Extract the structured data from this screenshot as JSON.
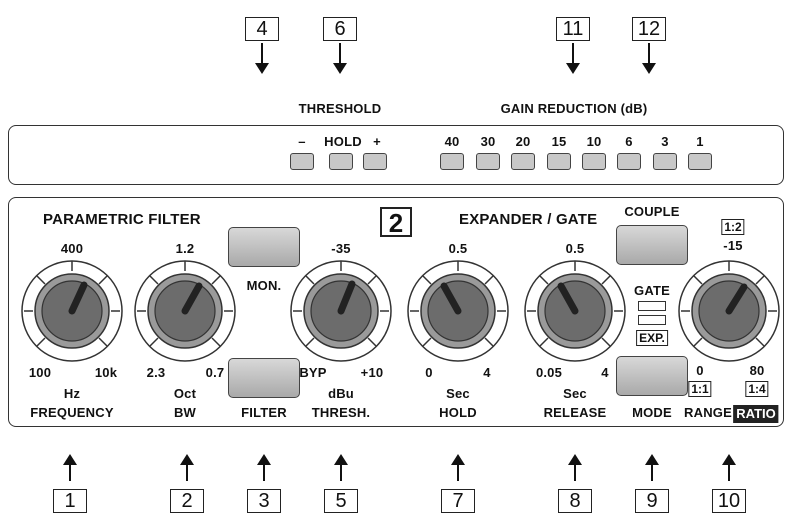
{
  "callouts_top": [
    "4",
    "6",
    "11",
    "12"
  ],
  "callouts_bottom": [
    "1",
    "2",
    "3",
    "5",
    "7",
    "8",
    "9",
    "10"
  ],
  "top_panel": {
    "threshold_title": "THRESHOLD",
    "threshold_minus": "–",
    "threshold_hold": "HOLD",
    "threshold_plus": "+",
    "gain_title": "GAIN REDUCTION (dB)",
    "gain_scale": [
      "40",
      "30",
      "20",
      "15",
      "10",
      "6",
      "3",
      "1"
    ]
  },
  "main_panel": {
    "channel_number": "2",
    "parametric_title": "PARAMETRIC  FILTER",
    "expander_title": "EXPANDER / GATE",
    "couple_label": "COUPLE",
    "mon_label": "MON.",
    "filter_label": "FILTER",
    "mode_label": "MODE",
    "gate_label": "GATE",
    "exp_label": "EXP.",
    "knobs": [
      {
        "top": "400",
        "min": "100",
        "max": "10k",
        "unit": "Hz",
        "name": "FREQUENCY"
      },
      {
        "top": "1.2",
        "min": "2.3",
        "max": "0.7",
        "unit": "Oct",
        "name": "BW"
      },
      {
        "top": "-35",
        "min": "BYP",
        "max": "+10",
        "unit": "dBu",
        "name": "THRESH."
      },
      {
        "top": "0.5",
        "min": "0",
        "max": "4",
        "unit": "Sec",
        "name": "HOLD"
      },
      {
        "top": "0.5",
        "min": "0.05",
        "max": "4",
        "unit": "Sec",
        "name": "RELEASE"
      },
      {
        "top": "-15",
        "min": "0",
        "max": "80",
        "unit": "",
        "name": "RANGE"
      }
    ],
    "ratio_top_tag": "1:2",
    "ratio_left_tag": "1:1",
    "ratio_right_tag": "1:4",
    "ratio_label": "RATIO"
  }
}
